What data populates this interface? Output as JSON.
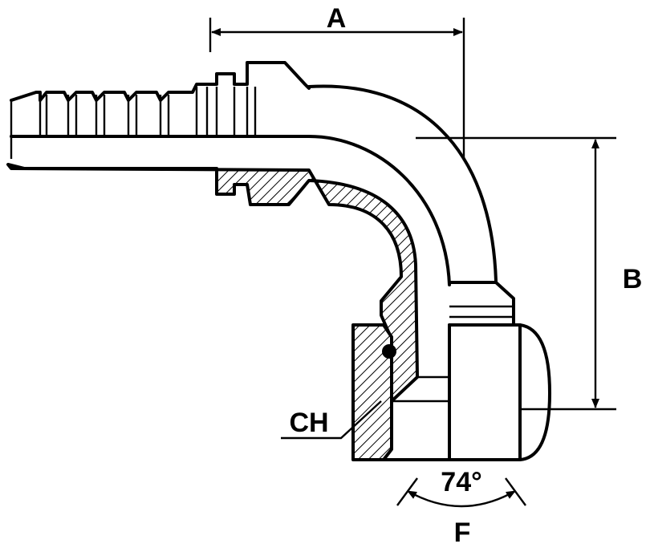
{
  "diagram": {
    "labels": {
      "dim_a": "A",
      "dim_b": "B",
      "dim_ch": "CH",
      "angle": "74°",
      "dim_f": "F"
    }
  }
}
